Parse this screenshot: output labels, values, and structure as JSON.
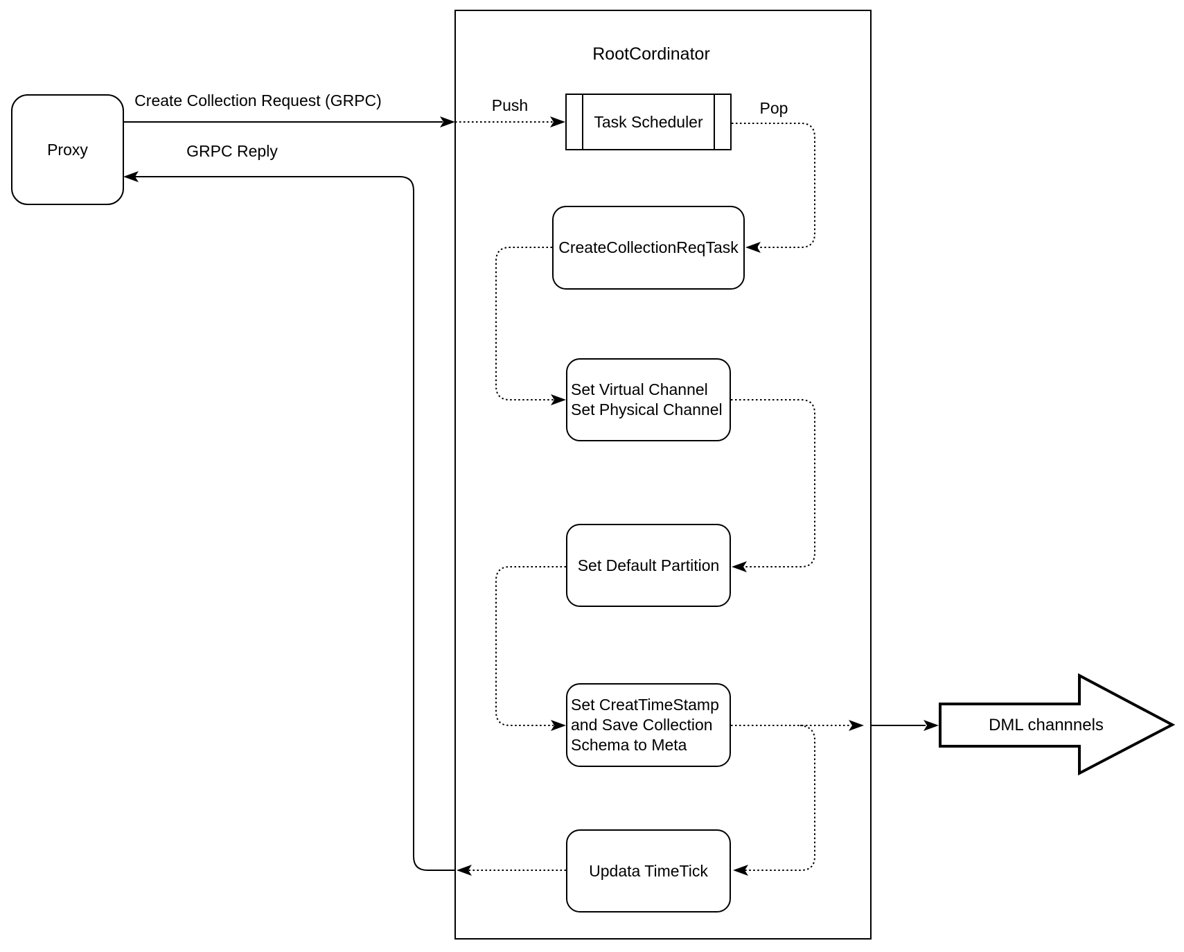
{
  "diagram": {
    "proxy": {
      "label": "Proxy"
    },
    "container": {
      "title": "RootCordinator"
    },
    "nodes": {
      "task_scheduler": {
        "label": "Task Scheduler"
      },
      "create_collection_req_task": {
        "label": "CreateCollectionReqTask"
      },
      "set_channels": {
        "lines": [
          "Set Virtual Channel",
          "Set Physical Channel"
        ]
      },
      "set_default_partition": {
        "label": "Set Default Partition"
      },
      "set_timestamp": {
        "lines": [
          "Set CreatTimeStamp",
          "and Save Collection",
          "Schema to Meta"
        ]
      },
      "update_timetick": {
        "label": "Updata TimeTick"
      }
    },
    "edge_labels": {
      "create_request": "Create Collection Request (GRPC)",
      "grpc_reply": "GRPC Reply",
      "push": "Push",
      "pop": "Pop"
    },
    "dml": {
      "label": "DML channnels"
    },
    "colors": {
      "stroke": "#000000",
      "fill": "#ffffff"
    }
  }
}
